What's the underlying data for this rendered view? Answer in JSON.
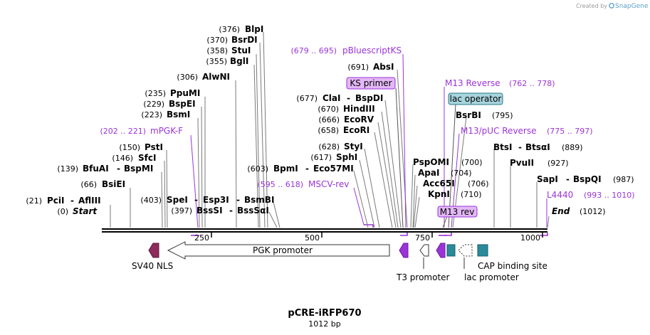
{
  "credit": {
    "prefix": "Created by",
    "brand": "SnapGene"
  },
  "title": "pCRE-iRFP670",
  "subtitle": "1012 bp",
  "ticks": [
    "250",
    "500",
    "750",
    "1000"
  ],
  "sites": [
    {
      "pos": "(0)",
      "name": "Start",
      "italic": true
    },
    {
      "pos": "(21)",
      "name": "PciI",
      "name2": "AflIII"
    },
    {
      "pos": "(66)",
      "name": "BsiEI"
    },
    {
      "pos": "(139)",
      "name": "BfuAI",
      "name2": "BspMI"
    },
    {
      "pos": "(146)",
      "name": "SfcI"
    },
    {
      "pos": "(150)",
      "name": "PstI"
    },
    {
      "pos": "(223)",
      "name": "BsmI"
    },
    {
      "pos": "(229)",
      "name": "BspEI"
    },
    {
      "pos": "(235)",
      "name": "PpuMI"
    },
    {
      "pos": "(306)",
      "name": "AlwNI"
    },
    {
      "pos": "(355)",
      "name": "BglI"
    },
    {
      "pos": "(358)",
      "name": "StuI"
    },
    {
      "pos": "(370)",
      "name": "BsrDI"
    },
    {
      "pos": "(376)",
      "name": "BlpI"
    },
    {
      "pos": "(397)",
      "name": "BssSI",
      "name2": "BssSαI"
    },
    {
      "pos": "(403)",
      "name": "SpeI",
      "name2": "Esp3I",
      "name3": "BsmBI"
    },
    {
      "pos": "(603)",
      "name": "BpmI",
      "name2": "Eco57MI"
    },
    {
      "pos": "(617)",
      "name": "SphI"
    },
    {
      "pos": "(628)",
      "name": "StyI"
    },
    {
      "pos": "(658)",
      "name": "EcoRI"
    },
    {
      "pos": "(666)",
      "name": "EcoRV"
    },
    {
      "pos": "(670)",
      "name": "HindIII"
    },
    {
      "pos": "(677)",
      "name": "ClaI",
      "name2": "BspDI"
    },
    {
      "pos": "(691)",
      "name": "AbsI"
    },
    {
      "pos": "(700)",
      "name": "PspOMI"
    },
    {
      "pos": "(704)",
      "name": "ApaI"
    },
    {
      "pos": "(706)",
      "name": "Acc65I"
    },
    {
      "pos": "(710)",
      "name": "KpnI"
    },
    {
      "pos": "(795)",
      "name": "BsrBI"
    },
    {
      "pos": "(889)",
      "name": "BtsI",
      "name2": "BtsαI"
    },
    {
      "pos": "(927)",
      "name": "PvuII"
    },
    {
      "pos": "(987)",
      "name": "SapI",
      "name2": "BspQI"
    },
    {
      "pos": "(1012)",
      "name": "End",
      "italic": true
    }
  ],
  "primers": [
    {
      "name": "mPGK-F",
      "range": "(202 .. 221)"
    },
    {
      "name": "MSCV-rev",
      "range": "(595 .. 618)"
    },
    {
      "name": "pBluescriptKS",
      "range": "(679 .. 695)"
    },
    {
      "name": "M13 Reverse",
      "range": "(762 .. 778)"
    },
    {
      "name": "M13/pUC Reverse",
      "range": "(775 .. 797)"
    },
    {
      "name": "L4440",
      "range": "(993 .. 1010)"
    }
  ],
  "boxed": {
    "ks_primer": "KS primer",
    "lac_operator": "lac operator",
    "m13_rev": "M13 rev"
  },
  "features": {
    "sv40_nls": "SV40 NLS",
    "pgk_promoter": "PGK promoter",
    "t3_promoter": "T3 promoter",
    "lac_promoter": "lac promoter",
    "cap_binding_site": "CAP binding site"
  },
  "colors": {
    "primer": "#9b34d8",
    "sv40": "#8e2a5c",
    "t3": "#9b34d8",
    "cap": "#2a8a9a",
    "ks_box": "#e3b7f5",
    "lacop_box": "#a7d4dd"
  }
}
